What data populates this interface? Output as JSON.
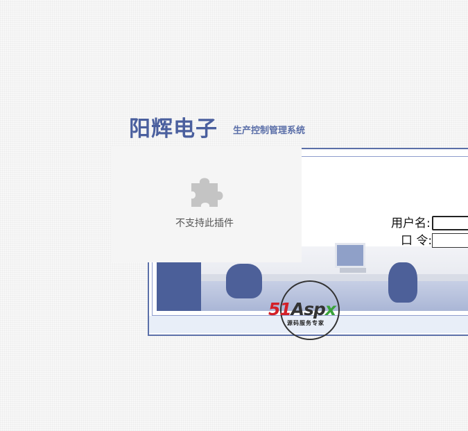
{
  "header": {
    "company_name": "阳辉电子",
    "system_name": "生产控制管理系统"
  },
  "plugin": {
    "icon": "puzzle-icon",
    "message": "不支持此插件"
  },
  "login": {
    "username_label": "用户名:",
    "username_value": "",
    "password_label": "口 令:",
    "password_value": ""
  },
  "watermark": {
    "brand_red": "51",
    "brand_dark": "Asp",
    "brand_green": "x",
    "tagline": "源码服务专家"
  },
  "colors": {
    "brand_blue": "#4a5f9e",
    "frame_border": "#5b6fa8",
    "watermark_red": "#d42027",
    "watermark_green": "#3aa33a"
  }
}
